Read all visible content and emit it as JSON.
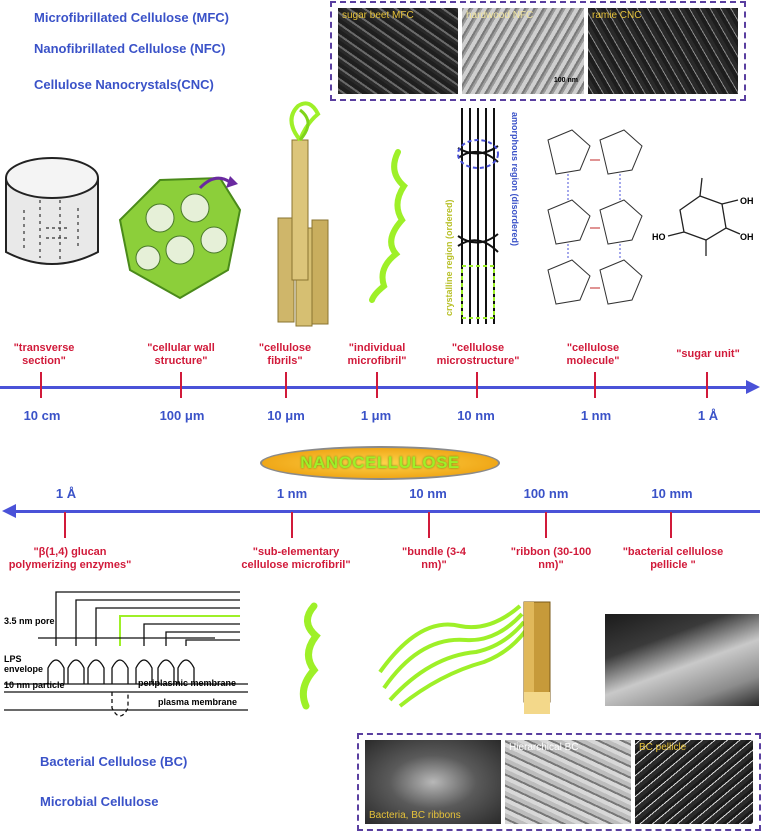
{
  "header_labels": {
    "mfc": "Microfibrillated Cellulose (MFC)",
    "nfc": "Nanofibrillated Cellulose (NFC)",
    "cnc": "Cellulose Nanocrystals(CNC)"
  },
  "top_micrographs": [
    {
      "caption": "sugar beet MFC",
      "scale": ""
    },
    {
      "caption": "hardwood NFC",
      "scale": "100 nm"
    },
    {
      "caption": "ramie CNC",
      "scale": ""
    }
  ],
  "structure_annotations": {
    "amorphous": "amorphous region (disordered)",
    "crystalline": "crystalline region (ordered)"
  },
  "upper_scale": {
    "labels": [
      "\"transverse section\"",
      "\"cellular wall structure\"",
      "\"cellulose fibrils\"",
      "\"individual microfibril\"",
      "\"cellulose microstructure\"",
      "\"cellulose molecule\"",
      "\"sugar unit\""
    ],
    "ticks": [
      "10 cm",
      "100 μm",
      "10 μm",
      "1 μm",
      "10 nm",
      "1 nm",
      "1 Å"
    ]
  },
  "nanocellulose_label": "NANOCELLULOSE",
  "lower_scale": {
    "ticks": [
      "1 Å",
      "1 nm",
      "10 nm",
      "100 nm",
      "10 mm"
    ],
    "labels": [
      "\"β(1,4) glucan polymerizing enzymes\"",
      "\"sub-elementary cellulose microfibril\"",
      "\"bundle (3-4 nm)\"",
      "\"ribbon (30-100 nm)\"",
      "\"bacterial cellulose pellicle \""
    ]
  },
  "membrane_diagram": {
    "pore": "3.5 nm pore",
    "lps": "LPS envelope",
    "particle": "10 nm particle",
    "periplasmic": "periplasmic membrane",
    "plasma": "plasma membrane"
  },
  "bottom_labels": {
    "bc": "Bacterial Cellulose (BC)",
    "microbial": "Microbial Cellulose"
  },
  "bottom_micrographs": [
    {
      "caption": "Bacteria, BC ribbons"
    },
    {
      "caption": "Hierarchical BC"
    },
    {
      "caption": "BC pellicle"
    }
  ],
  "colors": {
    "header_blue": "#3a52c8",
    "scale_red": "#d11a3a",
    "axis_blue": "#4a52d8",
    "fibril_green": "#9ef028"
  }
}
